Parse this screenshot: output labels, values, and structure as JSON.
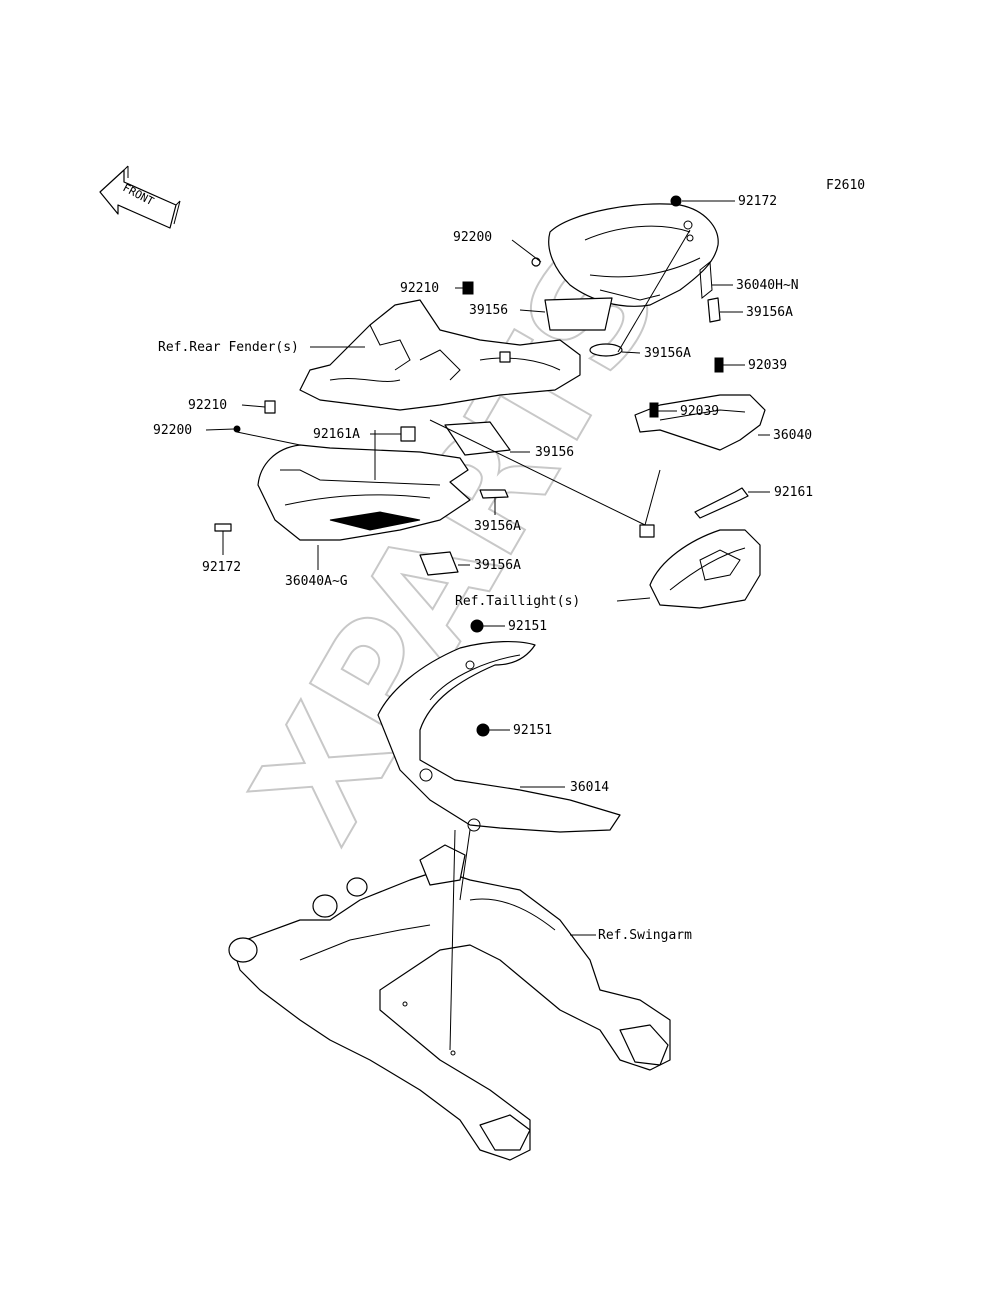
{
  "figure_code": "F2610",
  "front_label": "FRONT",
  "watermark": "XPARTS",
  "callouts": [
    {
      "id": "c92172top",
      "text": "92172"
    },
    {
      "id": "c92200top",
      "text": "92200"
    },
    {
      "id": "c36040HN",
      "text": "36040H~N"
    },
    {
      "id": "c92210top",
      "text": "92210"
    },
    {
      "id": "c39156top",
      "text": "39156"
    },
    {
      "id": "c39156Atop",
      "text": "39156A"
    },
    {
      "id": "cRearFender",
      "text": "Ref.Rear Fender(s)"
    },
    {
      "id": "c39156Amid",
      "text": "39156A"
    },
    {
      "id": "c92039a",
      "text": "92039"
    },
    {
      "id": "c92210left",
      "text": "92210"
    },
    {
      "id": "c92039b",
      "text": "92039"
    },
    {
      "id": "c92200left",
      "text": "92200"
    },
    {
      "id": "c92161A",
      "text": "92161A"
    },
    {
      "id": "c36040",
      "text": "36040"
    },
    {
      "id": "c39156mid",
      "text": "39156"
    },
    {
      "id": "c92161",
      "text": "92161"
    },
    {
      "id": "c39156Alow",
      "text": "39156A"
    },
    {
      "id": "c92172left",
      "text": "92172"
    },
    {
      "id": "c39156Abot",
      "text": "39156A"
    },
    {
      "id": "c36040AG",
      "text": "36040A~G"
    },
    {
      "id": "cTaillight",
      "text": "Ref.Taillight(s)"
    },
    {
      "id": "c92151a",
      "text": "92151"
    },
    {
      "id": "c92151b",
      "text": "92151"
    },
    {
      "id": "c36014",
      "text": "36014"
    },
    {
      "id": "cSwingarm",
      "text": "Ref.Swingarm"
    }
  ]
}
